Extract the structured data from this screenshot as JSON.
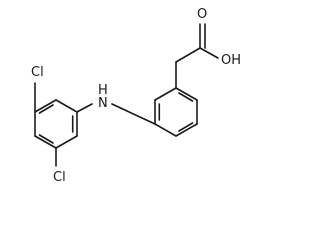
{
  "molecule": {
    "atoms": {
      "cl_top": "Cl",
      "cl_bottom": "Cl",
      "nh_n": "N",
      "nh_h": "H",
      "carbonyl_o": "O",
      "hydroxyl": "OH"
    }
  }
}
